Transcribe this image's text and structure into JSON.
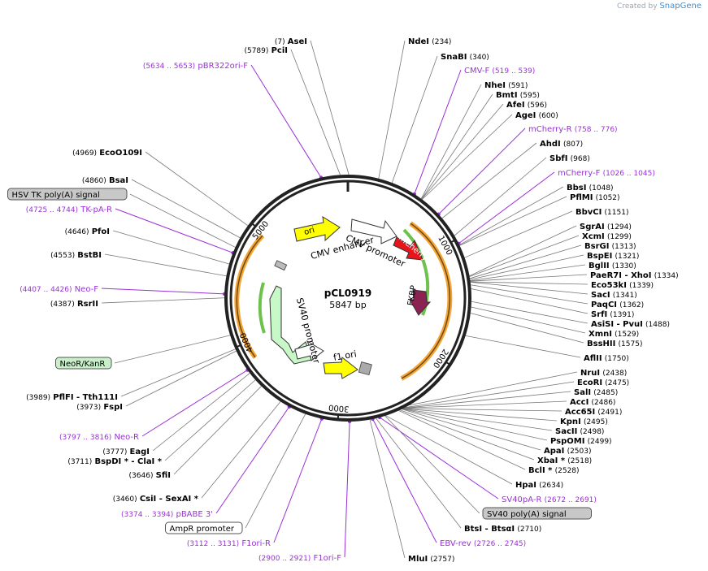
{
  "credit": {
    "prefix": "Created by",
    "brand": "SnapGene"
  },
  "plasmid": {
    "name": "pCL0919",
    "length_label": "5847 bp",
    "length": 5847
  },
  "tick_labels": [
    "1000",
    "2000",
    "3000",
    "4000",
    "5000"
  ],
  "features": [
    {
      "name": "CMV enhancer",
      "kind": "label"
    },
    {
      "name": "CMV promoter",
      "kind": "label"
    },
    {
      "name": "mCherry",
      "kind": "arrow",
      "color": "#e8141c"
    },
    {
      "name": "FKBP",
      "kind": "arrow",
      "color": "#8b2252"
    },
    {
      "name": "ori",
      "kind": "arrow",
      "color": "#ffff00"
    },
    {
      "name": "f1 ori",
      "kind": "arrow",
      "color": "#ffff00"
    },
    {
      "name": "SV40 promoter",
      "kind": "arrow",
      "color": "#c8f7c8"
    },
    {
      "name": "NeoR/KanR",
      "kind": "box",
      "color": "#c8f0c8"
    },
    {
      "name": "AmpR promoter",
      "kind": "box",
      "color": "#ffffff"
    },
    {
      "name": "HSV TK poly(A) signal",
      "kind": "box",
      "color": "#c8c8c8"
    },
    {
      "name": "SV40 poly(A) signal",
      "kind": "box",
      "color": "#c8c8c8"
    }
  ],
  "labels": [
    {
      "id": "asei",
      "text": "AseI",
      "pos": "(7)",
      "type": "site"
    },
    {
      "id": "ndei",
      "text": "NdeI",
      "pos": "(234)",
      "type": "site"
    },
    {
      "id": "snabi",
      "text": "SnaBI",
      "pos": "(340)",
      "type": "site"
    },
    {
      "id": "cmvf",
      "text": "CMV-F",
      "pos": "(519 .. 539)",
      "type": "primer"
    },
    {
      "id": "nhei",
      "text": "NheI",
      "pos": "(591)",
      "type": "site"
    },
    {
      "id": "bmti",
      "text": "BmtI",
      "pos": "(595)",
      "type": "site"
    },
    {
      "id": "afei",
      "text": "AfeI",
      "pos": "(596)",
      "type": "site"
    },
    {
      "id": "agei",
      "text": "AgeI",
      "pos": "(600)",
      "type": "site"
    },
    {
      "id": "mcherryr",
      "text": "mCherry-R",
      "pos": "(758 .. 776)",
      "type": "primer"
    },
    {
      "id": "ahdi",
      "text": "AhdI",
      "pos": "(807)",
      "type": "site"
    },
    {
      "id": "sbfi",
      "text": "SbfI",
      "pos": "(968)",
      "type": "site"
    },
    {
      "id": "mcherryf",
      "text": "mCherry-F",
      "pos": "(1026 .. 1045)",
      "type": "primer"
    },
    {
      "id": "bbsi",
      "text": "BbsI",
      "pos": "(1048)",
      "type": "site"
    },
    {
      "id": "pflmi",
      "text": "PflMI",
      "pos": "(1052)",
      "type": "site"
    },
    {
      "id": "bbvci",
      "text": "BbvCI",
      "pos": "(1151)",
      "type": "site"
    },
    {
      "id": "sgrai",
      "text": "SgrAI",
      "pos": "(1294)",
      "type": "site"
    },
    {
      "id": "xcmi",
      "text": "XcmI",
      "pos": "(1299)",
      "type": "site"
    },
    {
      "id": "bsrgi",
      "text": "BsrGI",
      "pos": "(1313)",
      "type": "site"
    },
    {
      "id": "bspei",
      "text": "BspEI",
      "pos": "(1321)",
      "type": "site"
    },
    {
      "id": "bglii",
      "text": "BglII",
      "pos": "(1330)",
      "type": "site"
    },
    {
      "id": "paer7i",
      "text": "PaeR7I  - XhoI",
      "pos": "(1334)",
      "type": "site"
    },
    {
      "id": "eco53ki",
      "text": "Eco53kI",
      "pos": "(1339)",
      "type": "site"
    },
    {
      "id": "saci",
      "text": "SacI",
      "pos": "(1341)",
      "type": "site"
    },
    {
      "id": "paqci",
      "text": "PaqCI",
      "pos": "(1362)",
      "type": "site"
    },
    {
      "id": "srfi",
      "text": "SrfI",
      "pos": "(1391)",
      "type": "site"
    },
    {
      "id": "asisi",
      "text": "AsiSI  - PvuI",
      "pos": "(1488)",
      "type": "site"
    },
    {
      "id": "xmni",
      "text": "XmnI",
      "pos": "(1529)",
      "type": "site"
    },
    {
      "id": "bsshii",
      "text": "BssHII",
      "pos": "(1575)",
      "type": "site"
    },
    {
      "id": "aflii",
      "text": "AflII",
      "pos": "(1750)",
      "type": "site"
    },
    {
      "id": "drui",
      "text": "NruI",
      "pos": "(2438)",
      "type": "site"
    },
    {
      "id": "ecori",
      "text": "EcoRI",
      "pos": "(2475)",
      "type": "site"
    },
    {
      "id": "sali",
      "text": "SalI",
      "pos": "(2485)",
      "type": "site"
    },
    {
      "id": "acci",
      "text": "AccI",
      "pos": "(2486)",
      "type": "site"
    },
    {
      "id": "acc65i",
      "text": "Acc65I",
      "pos": "(2491)",
      "type": "site"
    },
    {
      "id": "kpni",
      "text": "KpnI",
      "pos": "(2495)",
      "type": "site"
    },
    {
      "id": "sacii",
      "text": "SacII",
      "pos": "(2498)",
      "type": "site"
    },
    {
      "id": "pspomi",
      "text": "PspOMI",
      "pos": "(2499)",
      "type": "site"
    },
    {
      "id": "apai",
      "text": "ApaI",
      "pos": "(2503)",
      "type": "site"
    },
    {
      "id": "xbai",
      "text": "XbaI *",
      "pos": "(2518)",
      "type": "site"
    },
    {
      "id": "bcli",
      "text": "BclI *",
      "pos": "(2528)",
      "type": "site"
    },
    {
      "id": "hpai",
      "text": "HpaI",
      "pos": "(2634)",
      "type": "site"
    },
    {
      "id": "sv40par",
      "text": "SV40pA-R",
      "pos": "(2672 .. 2691)",
      "type": "primer"
    },
    {
      "id": "sv40pa",
      "text": "SV40 poly(A) signal",
      "pos": "",
      "type": "box"
    },
    {
      "id": "btsi",
      "text": "BtsI  - BtsαI",
      "pos": "(2710)",
      "type": "site"
    },
    {
      "id": "ebvrev",
      "text": "EBV-rev",
      "pos": "(2726 .. 2745)",
      "type": "primer"
    },
    {
      "id": "mlui",
      "text": "MluI",
      "pos": "(2757)",
      "type": "site"
    },
    {
      "id": "f1orif",
      "text": "F1ori-F",
      "pos": "(2900 .. 2921)",
      "type": "primer"
    },
    {
      "id": "f1orir",
      "text": "F1ori-R",
      "pos": "(3112 .. 3131)",
      "type": "primer"
    },
    {
      "id": "ampr",
      "text": "AmpR promoter",
      "pos": "",
      "type": "box"
    },
    {
      "id": "pbabe3",
      "text": "pBABE 3'",
      "pos": "(3374 .. 3394)",
      "type": "primer"
    },
    {
      "id": "csii",
      "text": "CsiI  - SexAI *",
      "pos": "(3460)",
      "type": "site"
    },
    {
      "id": "sfii",
      "text": "SfiI",
      "pos": "(3646)",
      "type": "site"
    },
    {
      "id": "bspdi",
      "text": "BspDI *  - ClaI *",
      "pos": "(3711)",
      "type": "site"
    },
    {
      "id": "eagi",
      "text": "EagI",
      "pos": "(3777)",
      "type": "site"
    },
    {
      "id": "neor",
      "text": "Neo-R",
      "pos": "(3797 .. 3816)",
      "type": "primer"
    },
    {
      "id": "fspi",
      "text": "FspI",
      "pos": "(3973)",
      "type": "site"
    },
    {
      "id": "pflfi",
      "text": "PflFI  - Tth111I",
      "pos": "(3989)",
      "type": "site"
    },
    {
      "id": "neokan",
      "text": "NeoR/KanR",
      "pos": "",
      "type": "box"
    },
    {
      "id": "rsrii",
      "text": "RsrII",
      "pos": "(4387)",
      "type": "site"
    },
    {
      "id": "neof",
      "text": "Neo-F",
      "pos": "(4407 .. 4426)",
      "type": "primer"
    },
    {
      "id": "bstbi",
      "text": "BstBI",
      "pos": "(4553)",
      "type": "site"
    },
    {
      "id": "pfoi",
      "text": "PfoI",
      "pos": "(4646)",
      "type": "site"
    },
    {
      "id": "tkpar",
      "text": "TK-pA-R",
      "pos": "(4725 .. 4744)",
      "type": "primer"
    },
    {
      "id": "hsvtk",
      "text": "HSV TK poly(A) signal",
      "pos": "",
      "type": "box"
    },
    {
      "id": "bsai",
      "text": "BsaI",
      "pos": "(4860)",
      "type": "site"
    },
    {
      "id": "eco0109i",
      "text": "EcoO109I",
      "pos": "(4969)",
      "type": "site"
    },
    {
      "id": "pbr322",
      "text": "pBR322ori-F",
      "pos": "(5634 .. 5653)",
      "type": "primer"
    },
    {
      "id": "pcii",
      "text": "PciI",
      "pos": "(5789)",
      "type": "site"
    }
  ]
}
